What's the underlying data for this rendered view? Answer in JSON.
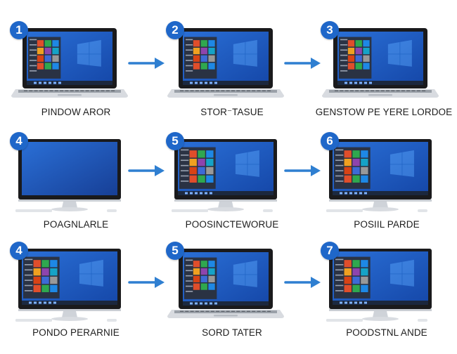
{
  "diagram": {
    "accent_color": "#1f67c9",
    "arrow_color": "#2f7fd1",
    "screen_color": "#1f63c4",
    "steps": [
      {
        "number": "1",
        "caption": "PINDOW AROR",
        "device": "laptop",
        "screen": "start-menu"
      },
      {
        "number": "2",
        "caption": "STOR⁻TASUE",
        "device": "laptop",
        "screen": "start-menu"
      },
      {
        "number": "3",
        "caption": "GENSTOW PE YERE LORDOE",
        "device": "laptop",
        "screen": "start-menu"
      },
      {
        "number": "4",
        "caption": "POAGNLARLE",
        "device": "monitor",
        "screen": "blank"
      },
      {
        "number": "5",
        "caption": "POOSINCTEWORUE",
        "device": "monitor",
        "screen": "start-menu"
      },
      {
        "number": "6",
        "caption": "POSIIL PARDE",
        "device": "monitor",
        "screen": "start-menu"
      },
      {
        "number": "4",
        "caption": "PONDO PERARNIE",
        "device": "monitor",
        "screen": "start-menu"
      },
      {
        "number": "5",
        "caption": "SORD TATER",
        "device": "laptop",
        "screen": "start-menu"
      },
      {
        "number": "7",
        "caption": "POODSTNL ANDE",
        "device": "monitor",
        "screen": "start-menu"
      }
    ],
    "arrows": [
      {
        "from": 1,
        "to": 2
      },
      {
        "from": 2,
        "to": 3
      },
      {
        "from": 4,
        "to": 5
      },
      {
        "from": 5,
        "to": 6
      },
      {
        "from": 7,
        "to": 8
      },
      {
        "from": 8,
        "to": 9
      }
    ]
  }
}
